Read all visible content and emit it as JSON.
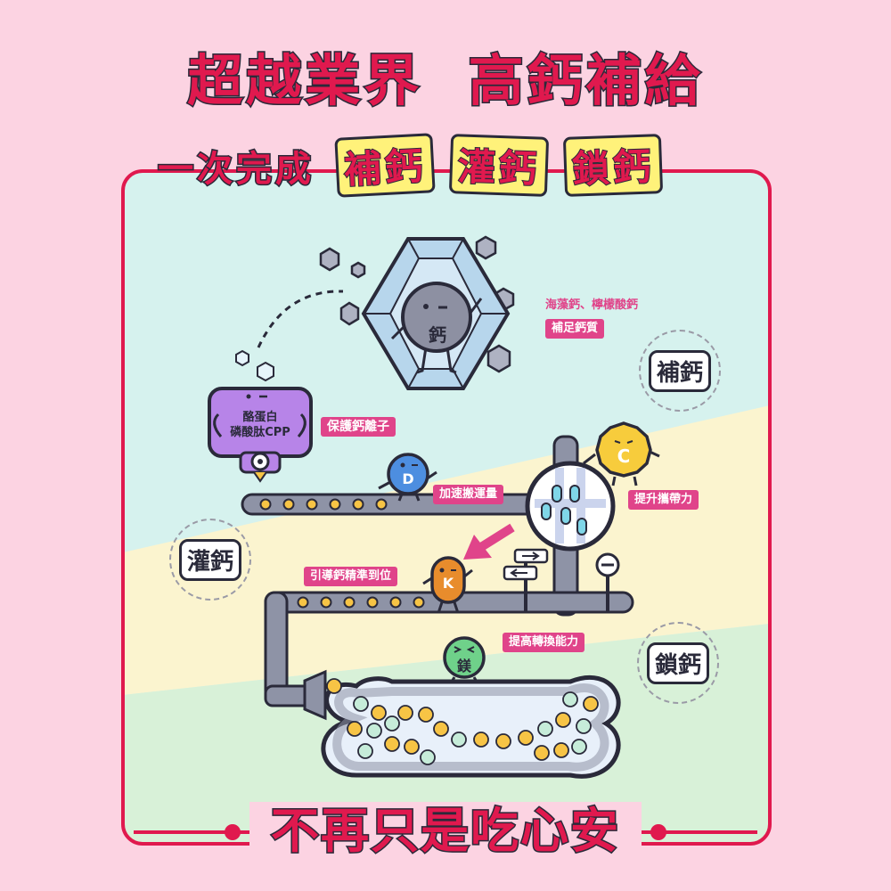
{
  "headline": {
    "line1_a": "超越業界",
    "line1_b": "高鈣補給",
    "line2_prefix": "一次完成",
    "line2_pills": [
      "補鈣",
      "灌鈣",
      "鎖鈣"
    ]
  },
  "stages": {
    "supplement": "補鈣",
    "infuse": "灌鈣",
    "lock": "鎖鈣"
  },
  "tags": {
    "sources": "海藻鈣、檸檬酸鈣",
    "sources_sub": "補足鈣質",
    "cpp_protect": "保護鈣離子",
    "d_speed": "加速搬運量",
    "c_carry": "提升攜帶力",
    "k_guide": "引導鈣精準到位",
    "mg_convert": "提高轉換能力"
  },
  "characters": {
    "calcium": "鈣",
    "cpp_line1": "酪蛋白",
    "cpp_line2": "磷酸肽CPP",
    "vit_d": "D",
    "vit_c": "C",
    "vit_k": "K",
    "magnesium": "鎂"
  },
  "footer": "不再只是吃心安",
  "colors": {
    "background": "#fcd3e2",
    "accent_red": "#e0194e",
    "tag_pink": "#e0448a",
    "pipe_gray": "#8e93a6",
    "highlight_yellow": "#fff27a"
  }
}
